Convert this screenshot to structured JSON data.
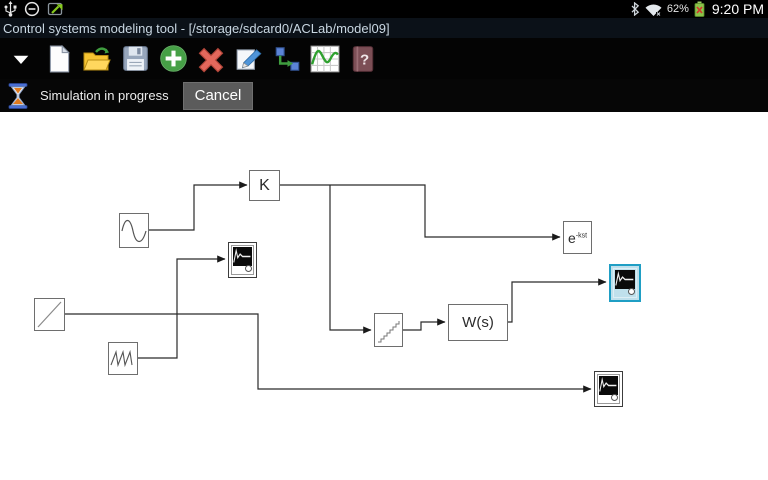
{
  "status_bar": {
    "time": "9:20 PM",
    "battery_percent": "62%",
    "left_icons": [
      "usb-icon",
      "circle-minus-icon",
      "screen-cast-icon"
    ],
    "right_icons": [
      "bluetooth-icon",
      "wifi-icon",
      "battery-icon"
    ]
  },
  "title_bar": {
    "title": "Control systems modeling tool - [/storage/sdcard0/ACLab/model09]"
  },
  "toolbar": {
    "icons": [
      "dropdown-arrow",
      "new-file",
      "open-folder",
      "save",
      "add-block",
      "delete-block",
      "edit-properties",
      "connect-blocks",
      "plot-results",
      "help-book"
    ]
  },
  "simulation_bar": {
    "status_text": "Simulation in progress",
    "cancel_label": "Cancel"
  },
  "canvas": {
    "blocks": [
      {
        "id": "sine-source",
        "type": "source-sine",
        "label": ""
      },
      {
        "id": "gain",
        "type": "gain",
        "label": "K"
      },
      {
        "id": "scope-top",
        "type": "scope",
        "label": ""
      },
      {
        "id": "ramp-source",
        "type": "source-ramp",
        "label": ""
      },
      {
        "id": "sawtooth-source",
        "type": "source-sawtooth",
        "label": ""
      },
      {
        "id": "quantizer",
        "type": "quantizer",
        "label": ""
      },
      {
        "id": "transfer-function",
        "type": "transfer-function",
        "label": "W(s)"
      },
      {
        "id": "delay",
        "type": "delay",
        "label_base": "e",
        "label_sup": "-kst"
      },
      {
        "id": "scope-selected",
        "type": "scope",
        "label": "",
        "selected": true
      },
      {
        "id": "scope-bottom",
        "type": "scope",
        "label": ""
      }
    ],
    "selection_color": "#1f9ec4",
    "wire_color": "#2a2a2a",
    "background": "#ffffff"
  },
  "colors": {
    "status_bar_bg": "#000000",
    "title_bar_bg": "#0b1118",
    "title_text": "#c9d7e2",
    "toolbar_bg": "#040404",
    "cancel_button_bg": "#5b5b5b",
    "battery_ok": "#8bc34a",
    "battery_alert": "#d33a2c"
  }
}
